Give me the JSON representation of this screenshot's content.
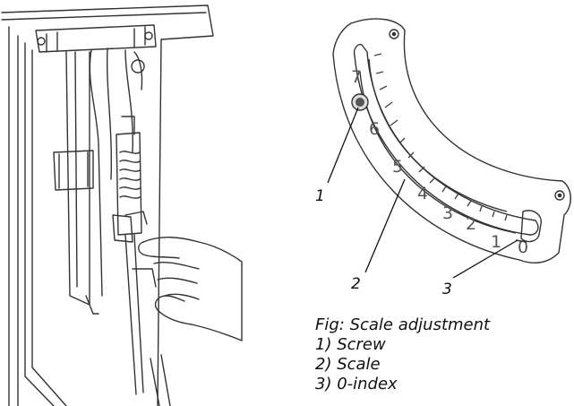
{
  "callouts": [
    {
      "number": "1"
    },
    {
      "number": "2"
    },
    {
      "number": "3"
    }
  ],
  "scale": {
    "marks": [
      "7",
      "6",
      "5",
      "4",
      "3",
      "2",
      "1",
      "0"
    ]
  },
  "caption": {
    "title": "Fig: Scale adjustment",
    "items": [
      "1) Screw",
      "2) Scale",
      "3) 0-index"
    ]
  },
  "colors": {
    "line_art": "#333333",
    "scale_text": "#555555",
    "background": "#ffffff"
  }
}
